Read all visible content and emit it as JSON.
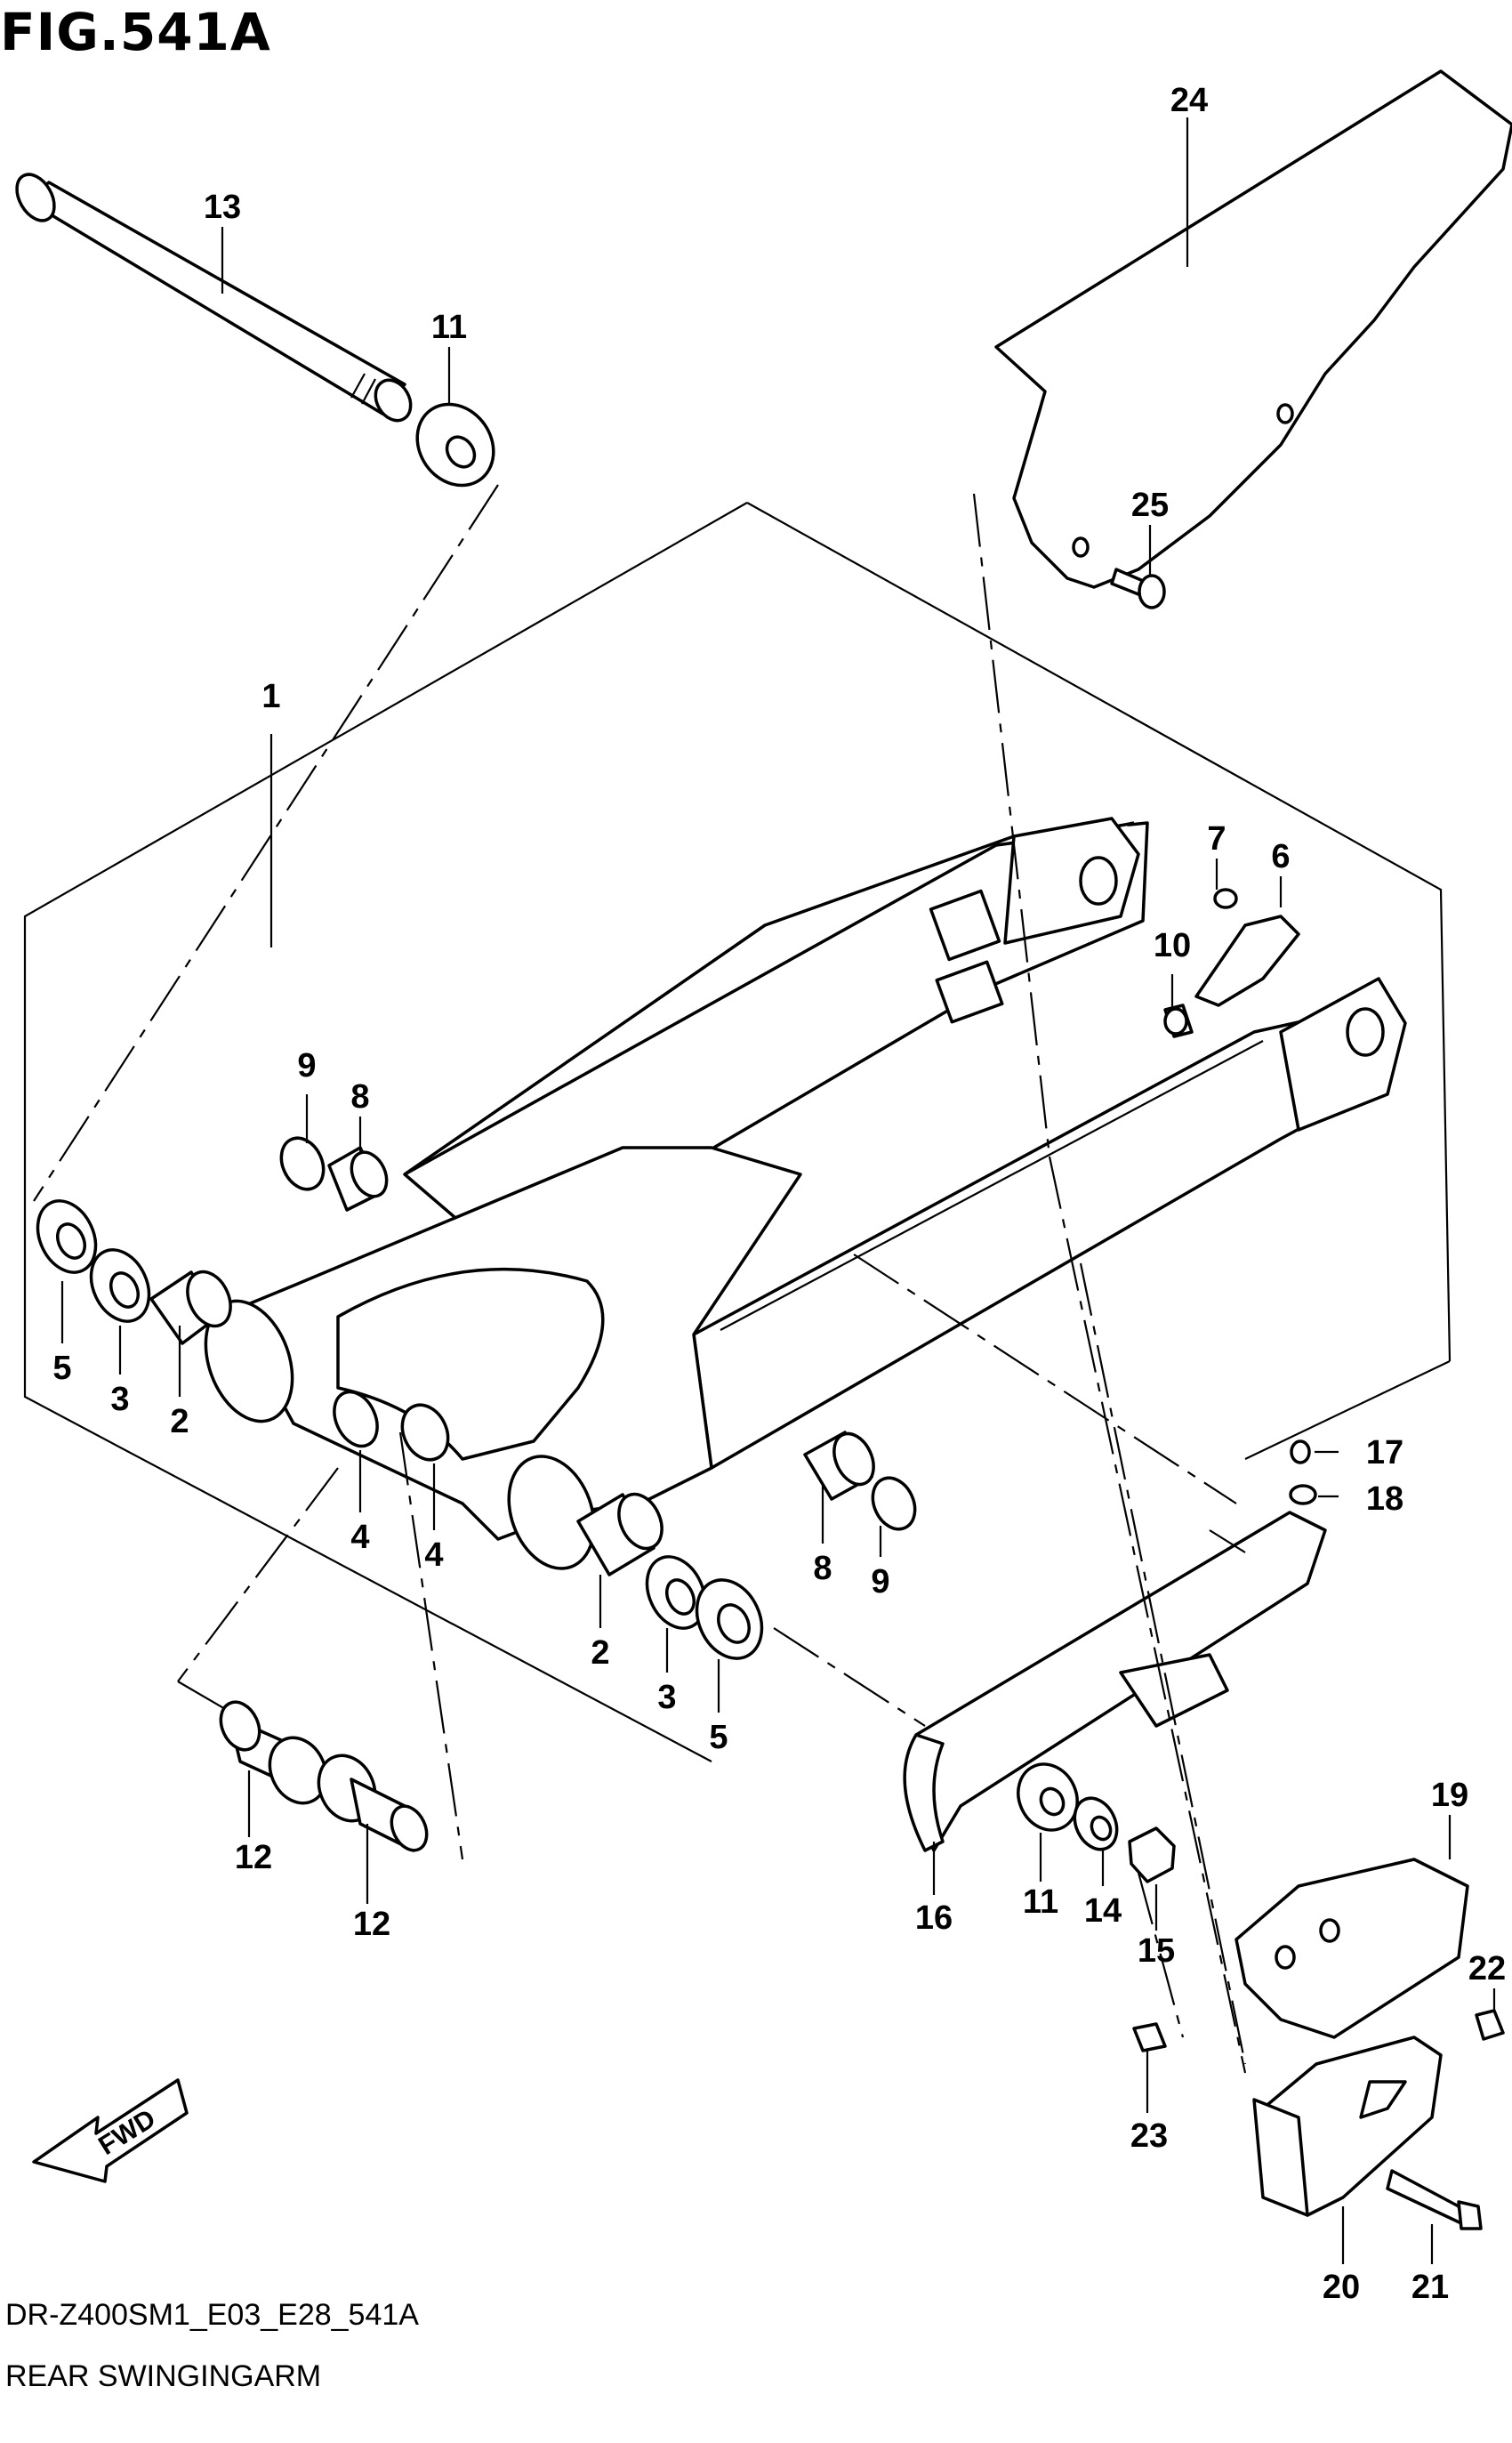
{
  "figure": {
    "title": "FIG.541A",
    "code": "DR-Z400SM1_E03_E28_541A",
    "name": "REAR SWINGINGARM"
  },
  "fwd_label": "FWD",
  "callouts": [
    {
      "id": "c1",
      "label": "1"
    },
    {
      "id": "c2a",
      "label": "2"
    },
    {
      "id": "c2b",
      "label": "2"
    },
    {
      "id": "c3a",
      "label": "3"
    },
    {
      "id": "c3b",
      "label": "3"
    },
    {
      "id": "c4a",
      "label": "4"
    },
    {
      "id": "c4b",
      "label": "4"
    },
    {
      "id": "c5a",
      "label": "5"
    },
    {
      "id": "c5b",
      "label": "5"
    },
    {
      "id": "c6",
      "label": "6"
    },
    {
      "id": "c7",
      "label": "7"
    },
    {
      "id": "c8a",
      "label": "8"
    },
    {
      "id": "c8b",
      "label": "8"
    },
    {
      "id": "c9a",
      "label": "9"
    },
    {
      "id": "c9b",
      "label": "9"
    },
    {
      "id": "c10",
      "label": "10"
    },
    {
      "id": "c11a",
      "label": "11"
    },
    {
      "id": "c11b",
      "label": "11"
    },
    {
      "id": "c12a",
      "label": "12"
    },
    {
      "id": "c12b",
      "label": "12"
    },
    {
      "id": "c13",
      "label": "13"
    },
    {
      "id": "c14",
      "label": "14"
    },
    {
      "id": "c15",
      "label": "15"
    },
    {
      "id": "c16",
      "label": "16"
    },
    {
      "id": "c17",
      "label": "17"
    },
    {
      "id": "c18",
      "label": "18"
    },
    {
      "id": "c19",
      "label": "19"
    },
    {
      "id": "c20",
      "label": "20"
    },
    {
      "id": "c21",
      "label": "21"
    },
    {
      "id": "c22",
      "label": "22"
    },
    {
      "id": "c23",
      "label": "23"
    },
    {
      "id": "c24",
      "label": "24"
    },
    {
      "id": "c25",
      "label": "25"
    }
  ]
}
